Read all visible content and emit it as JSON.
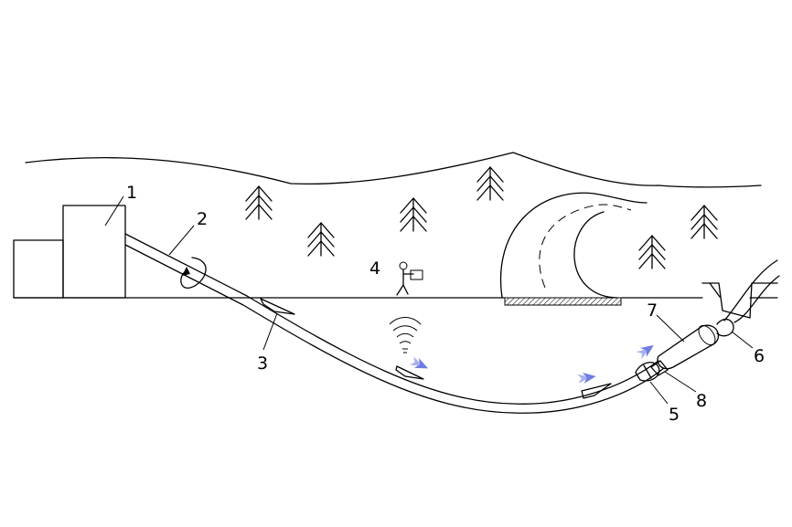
{
  "labels": {
    "l1": "1",
    "l2": "2",
    "l3": "3",
    "l4": "4",
    "l5": "5",
    "l6": "6",
    "l7": "7",
    "l8": "8"
  },
  "colors": {
    "line": "#000000",
    "arrow": "#5566dd",
    "background": "#ffffff"
  },
  "icons": {
    "tree": "pine-tree-icon",
    "operator": "person-with-locator-icon",
    "signal": "signal-waves-icon",
    "flow": "flow-arrow-icon"
  }
}
